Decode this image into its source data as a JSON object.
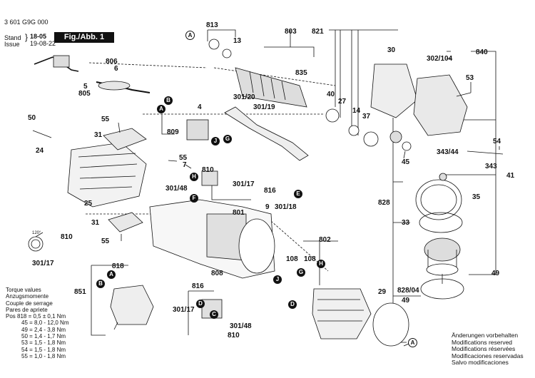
{
  "header": {
    "part_number": "3 601 G9G 000",
    "stand_label": "Stand",
    "issue_label": "Issue",
    "stand_value": "18-05",
    "issue_value": "19-08-22",
    "figure_tag": "Fig./Abb. 1"
  },
  "callouts": [
    {
      "id": "813",
      "text": "813"
    },
    {
      "id": "803",
      "text": "803"
    },
    {
      "id": "821",
      "text": "821"
    },
    {
      "id": "840",
      "text": "840"
    },
    {
      "id": "13",
      "text": "13"
    },
    {
      "id": "835",
      "text": "835"
    },
    {
      "id": "30",
      "text": "30"
    },
    {
      "id": "302-104",
      "text": "302/104"
    },
    {
      "id": "806",
      "text": "806"
    },
    {
      "id": "6",
      "text": "6"
    },
    {
      "id": "5",
      "text": "5"
    },
    {
      "id": "805",
      "text": "805"
    },
    {
      "id": "40",
      "text": "40"
    },
    {
      "id": "27",
      "text": "27"
    },
    {
      "id": "14",
      "text": "14"
    },
    {
      "id": "37",
      "text": "37"
    },
    {
      "id": "53",
      "text": "53"
    },
    {
      "id": "301-20",
      "text": "301/20"
    },
    {
      "id": "301-19",
      "text": "301/19"
    },
    {
      "id": "4",
      "text": "4"
    },
    {
      "id": "50",
      "text": "50"
    },
    {
      "id": "55a",
      "text": "55"
    },
    {
      "id": "31a",
      "text": "31"
    },
    {
      "id": "809",
      "text": "809"
    },
    {
      "id": "24",
      "text": "24"
    },
    {
      "id": "55b",
      "text": "55"
    },
    {
      "id": "7",
      "text": "7"
    },
    {
      "id": "810a",
      "text": "810"
    },
    {
      "id": "301-48a",
      "text": "301/48"
    },
    {
      "id": "301-17a",
      "text": "301/17"
    },
    {
      "id": "816a",
      "text": "816"
    },
    {
      "id": "54",
      "text": "54"
    },
    {
      "id": "343-44",
      "text": "343/44"
    },
    {
      "id": "45",
      "text": "45"
    },
    {
      "id": "343",
      "text": "343"
    },
    {
      "id": "41",
      "text": "41"
    },
    {
      "id": "25",
      "text": "25"
    },
    {
      "id": "801",
      "text": "801"
    },
    {
      "id": "9",
      "text": "9"
    },
    {
      "id": "301-18",
      "text": "301/18"
    },
    {
      "id": "828",
      "text": "828"
    },
    {
      "id": "35",
      "text": "35"
    },
    {
      "id": "31b",
      "text": "31"
    },
    {
      "id": "810b",
      "text": "810"
    },
    {
      "id": "120",
      "text": "120°"
    },
    {
      "id": "301-17b",
      "text": "301/17"
    },
    {
      "id": "55c",
      "text": "55"
    },
    {
      "id": "802",
      "text": "802"
    },
    {
      "id": "108a",
      "text": "108"
    },
    {
      "id": "108b",
      "text": "108"
    },
    {
      "id": "33",
      "text": "33"
    },
    {
      "id": "808",
      "text": "808"
    },
    {
      "id": "818",
      "text": "818"
    },
    {
      "id": "851",
      "text": "851"
    },
    {
      "id": "49a",
      "text": "49"
    },
    {
      "id": "828-04",
      "text": "828/04"
    },
    {
      "id": "29",
      "text": "29"
    },
    {
      "id": "49b",
      "text": "49"
    },
    {
      "id": "816b",
      "text": "816"
    },
    {
      "id": "301-17c",
      "text": "301/17"
    },
    {
      "id": "301-48b",
      "text": "301/48"
    },
    {
      "id": "810c",
      "text": "810"
    }
  ],
  "markers": [
    "A",
    "B",
    "C",
    "D",
    "E",
    "F",
    "G",
    "H",
    "J"
  ],
  "torque": {
    "lines": [
      "Torque values",
      "Anzugsmomente",
      "Couple de serrage",
      "Pares de apriete",
      "Pos 818 = 0,5 ± 0,1 Nm",
      "45 = 8,0 - 12,0 Nm",
      "49 = 2,4 - 3,8 Nm",
      "50 = 1,4 - 1,7 Nm",
      "53 = 1,5 - 1,8 Nm",
      "54 = 1,5 - 1,8 Nm",
      "55 = 1,0 - 1,8 Nm"
    ]
  },
  "notes": {
    "lines": [
      "Änderungen vorbehalten",
      "Modifications reserved",
      "Modifications réservées",
      "Modificaciones reservadas",
      "Salvo modificaciones"
    ]
  }
}
